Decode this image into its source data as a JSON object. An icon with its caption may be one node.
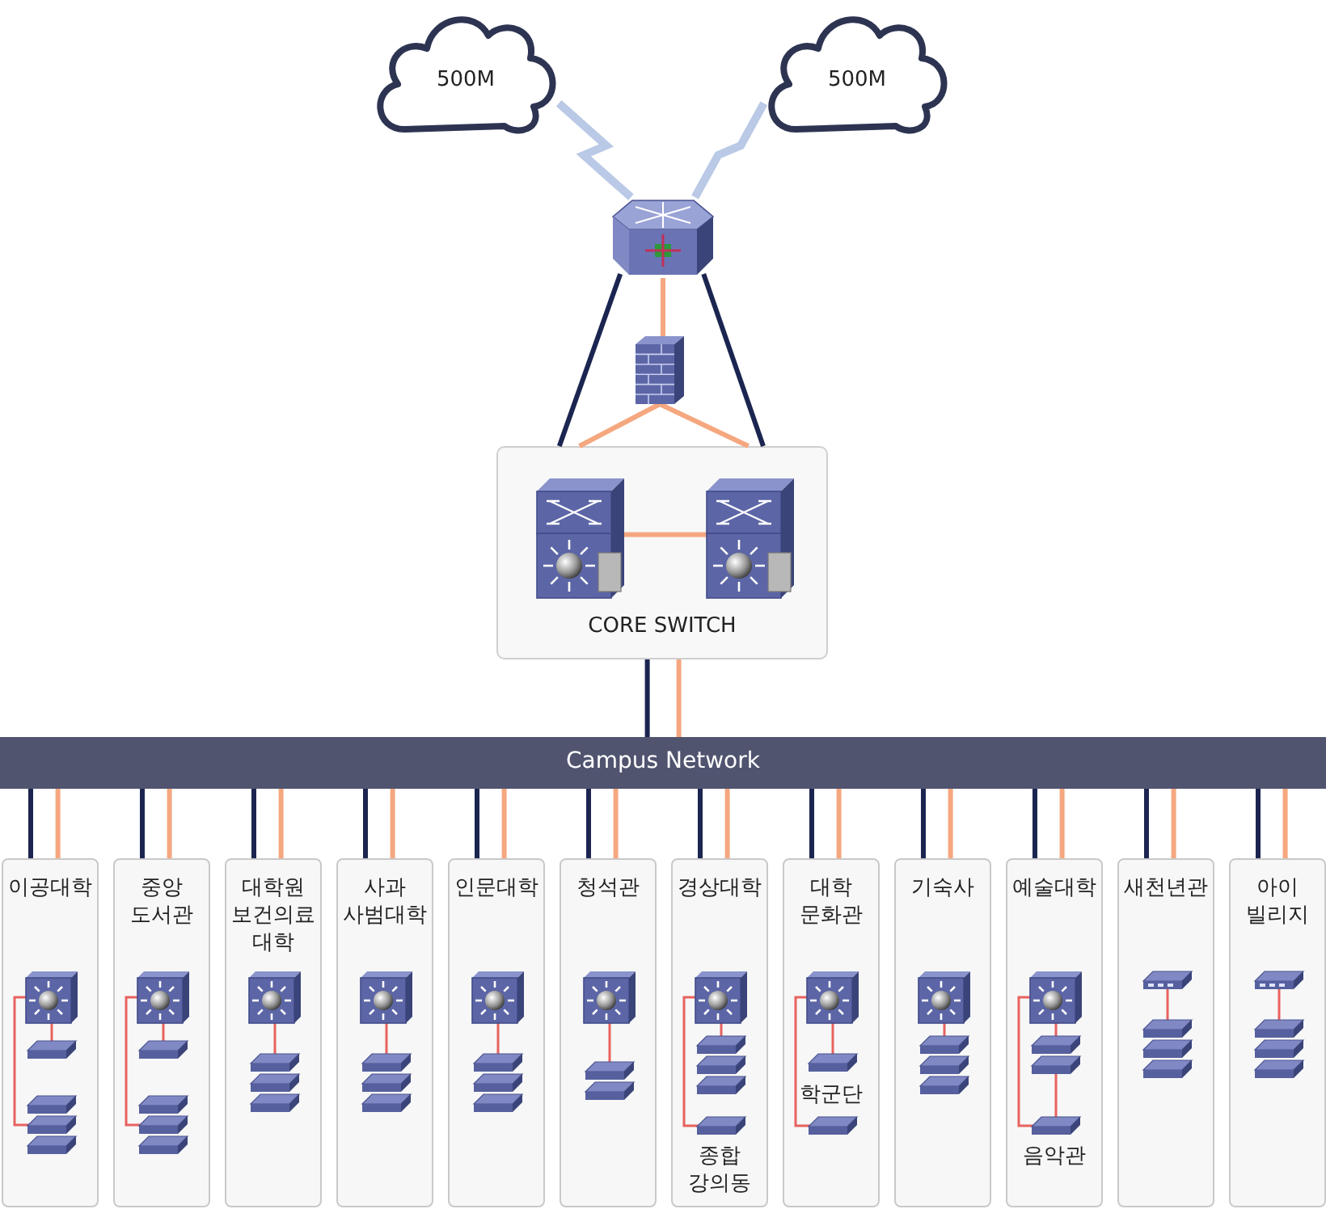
{
  "diagram": {
    "nodes": [
      {
        "text": [
          "500M"
        ]
      },
      {
        "text": [
          "500M"
        ]
      },
      {
        "text": [],
        "shape": "router"
      },
      {
        "text": [],
        "shape": "firewall"
      },
      {
        "text": [
          "CORE SWITCH"
        ]
      },
      {
        "text": [],
        "shape": "switch",
        "in": 4
      },
      {
        "text": [],
        "shape": "switch",
        "in": 4
      },
      {
        "text": [
          "Campus Network"
        ]
      },
      {
        "text": [
          "이공대학"
        ]
      },
      {
        "text": [],
        "shape": "switch",
        "in": 8
      },
      {
        "text": [],
        "shape": "switch",
        "in": 8
      },
      {
        "text": [],
        "shape": "switch",
        "in": 8
      },
      {
        "text": [
          "중앙 도서관"
        ]
      },
      {
        "text": [],
        "shape": "switch",
        "in": 12
      },
      {
        "text": [],
        "shape": "switch",
        "in": 12
      },
      {
        "text": [],
        "shape": "switch",
        "in": 12
      },
      {
        "text": [
          "대학원 보건의료 대학"
        ]
      },
      {
        "text": [],
        "shape": "switch",
        "in": 16
      },
      {
        "text": [],
        "shape": "switch",
        "in": 16
      },
      {
        "text": [
          "사과 사범대학"
        ]
      },
      {
        "text": [],
        "shape": "switch",
        "in": 19
      },
      {
        "text": [],
        "shape": "switch",
        "in": 19
      },
      {
        "text": [
          "인문대학"
        ]
      },
      {
        "text": [],
        "shape": "switch",
        "in": 22
      },
      {
        "text": [],
        "shape": "switch",
        "in": 22
      },
      {
        "text": [
          "청석관"
        ]
      },
      {
        "text": [],
        "shape": "switch",
        "in": 25
      },
      {
        "text": [],
        "shape": "switch",
        "in": 25
      },
      {
        "text": [
          "경상대학"
        ]
      },
      {
        "text": [],
        "shape": "switch",
        "in": 28
      },
      {
        "text": [],
        "shape": "switch",
        "in": 28
      },
      {
        "text": [],
        "shape": "switch",
        "in": 28,
        "beside": [
          "종합 강의동"
        ]
      },
      {
        "text": [
          "대학 문화관"
        ]
      },
      {
        "text": [],
        "shape": "switch",
        "in": 32
      },
      {
        "text": [],
        "shape": "switch",
        "in": 32
      },
      {
        "text": [],
        "shape": "switch",
        "in": 32,
        "beside": [
          "학군단"
        ]
      },
      {
        "text": [
          "기숙사"
        ]
      },
      {
        "text": [],
        "shape": "switch",
        "in": 36
      },
      {
        "text": [],
        "shape": "switch",
        "in": 36
      },
      {
        "text": [
          "예술대학"
        ]
      },
      {
        "text": [],
        "shape": "switch",
        "in": 39
      },
      {
        "text": [],
        "shape": "switch",
        "in": 39
      },
      {
        "text": [],
        "shape": "switch",
        "in": 39,
        "beside": [
          "음악관"
        ]
      },
      {
        "text": [
          "새천년관"
        ]
      },
      {
        "text": [],
        "shape": "switch",
        "in": 43
      },
      {
        "text": [],
        "shape": "switch",
        "in": 43
      },
      {
        "text": [
          "아이 빌리지"
        ]
      },
      {
        "text": [],
        "shape": "switch",
        "in": 46
      },
      {
        "text": [],
        "shape": "switch",
        "in": 46
      }
    ],
    "edges": [
      {
        "from": 0,
        "to": 2,
        "arrow": "none",
        "color": "#b9c9e6"
      },
      {
        "from": 1,
        "to": 2,
        "arrow": "none",
        "color": "#b9c9e6"
      },
      {
        "from": 2,
        "to": 3,
        "arrow": "none",
        "color": "#f5a77f"
      },
      {
        "from": 2,
        "to": 4,
        "arrow": "none",
        "color": "#1b2550"
      },
      {
        "from": 2,
        "to": 4,
        "arrow": "none",
        "color": "#1b2550"
      },
      {
        "from": 3,
        "to": 4,
        "arrow": "none",
        "color": "#f5a77f"
      },
      {
        "from": 3,
        "to": 4,
        "arrow": "none",
        "color": "#f5a77f"
      },
      {
        "from": 5,
        "to": 6,
        "arrow": "none",
        "color": "#f5a77f"
      },
      {
        "from": 4,
        "to": 7,
        "arrow": "none",
        "color": "#1b2550"
      },
      {
        "from": 4,
        "to": 7,
        "arrow": "none",
        "color": "#f5a77f"
      },
      {
        "from": 7,
        "to": 8,
        "arrow": "none",
        "color": "#1b2550"
      },
      {
        "from": 7,
        "to": 8,
        "arrow": "none",
        "color": "#f5a77f"
      },
      {
        "from": 7,
        "to": 12,
        "arrow": "none",
        "color": "#1b2550"
      },
      {
        "from": 7,
        "to": 12,
        "arrow": "none",
        "color": "#f5a77f"
      },
      {
        "from": 7,
        "to": 16,
        "arrow": "none",
        "color": "#1b2550"
      },
      {
        "from": 7,
        "to": 16,
        "arrow": "none",
        "color": "#f5a77f"
      },
      {
        "from": 7,
        "to": 19,
        "arrow": "none",
        "color": "#1b2550"
      },
      {
        "from": 7,
        "to": 19,
        "arrow": "none",
        "color": "#f5a77f"
      },
      {
        "from": 7,
        "to": 22,
        "arrow": "none",
        "color": "#1b2550"
      },
      {
        "from": 7,
        "to": 22,
        "arrow": "none",
        "color": "#f5a77f"
      },
      {
        "from": 7,
        "to": 25,
        "arrow": "none",
        "color": "#1b2550"
      },
      {
        "from": 7,
        "to": 25,
        "arrow": "none",
        "color": "#f5a77f"
      },
      {
        "from": 7,
        "to": 28,
        "arrow": "none",
        "color": "#1b2550"
      },
      {
        "from": 7,
        "to": 28,
        "arrow": "none",
        "color": "#f5a77f"
      },
      {
        "from": 7,
        "to": 32,
        "arrow": "none",
        "color": "#1b2550"
      },
      {
        "from": 7,
        "to": 32,
        "arrow": "none",
        "color": "#f5a77f"
      },
      {
        "from": 7,
        "to": 36,
        "arrow": "none",
        "color": "#1b2550"
      },
      {
        "from": 7,
        "to": 36,
        "arrow": "none",
        "color": "#f5a77f"
      },
      {
        "from": 7,
        "to": 39,
        "arrow": "none",
        "color": "#1b2550"
      },
      {
        "from": 7,
        "to": 39,
        "arrow": "none",
        "color": "#f5a77f"
      },
      {
        "from": 7,
        "to": 43,
        "arrow": "none",
        "color": "#1b2550"
      },
      {
        "from": 7,
        "to": 43,
        "arrow": "none",
        "color": "#f5a77f"
      },
      {
        "from": 7,
        "to": 46,
        "arrow": "none",
        "color": "#1b2550"
      },
      {
        "from": 7,
        "to": 46,
        "arrow": "none",
        "color": "#f5a77f"
      },
      {
        "from": 9,
        "to": 10,
        "arrow": "none",
        "color": "#e8625f"
      },
      {
        "from": 9,
        "to": 11,
        "arrow": "none",
        "color": "#e8625f"
      },
      {
        "from": 13,
        "to": 14,
        "arrow": "none",
        "color": "#e8625f"
      },
      {
        "from": 13,
        "to": 15,
        "arrow": "none",
        "color": "#e8625f"
      },
      {
        "from": 17,
        "to": 18,
        "arrow": "none",
        "color": "#e8625f"
      },
      {
        "from": 20,
        "to": 21,
        "arrow": "none",
        "color": "#e8625f"
      },
      {
        "from": 23,
        "to": 24,
        "arrow": "none",
        "color": "#e8625f"
      },
      {
        "from": 26,
        "to": 27,
        "arrow": "none",
        "color": "#e8625f"
      },
      {
        "from": 29,
        "to": 30,
        "arrow": "none",
        "color": "#e8625f"
      },
      {
        "from": 29,
        "to": 31,
        "arrow": "none",
        "color": "#e8625f"
      },
      {
        "from": 33,
        "to": 34,
        "arrow": "none",
        "color": "#e8625f"
      },
      {
        "from": 33,
        "to": 35,
        "arrow": "none",
        "color": "#e8625f"
      },
      {
        "from": 37,
        "to": 38,
        "arrow": "none",
        "color": "#e8625f"
      },
      {
        "from": 40,
        "to": 41,
        "arrow": "none",
        "color": "#e8625f"
      },
      {
        "from": 41,
        "to": 42,
        "arrow": "none",
        "color": "#e8625f"
      },
      {
        "from": 40,
        "to": 42,
        "arrow": "none",
        "color": "#e8625f"
      },
      {
        "from": 44,
        "to": 45,
        "arrow": "none",
        "color": "#e8625f"
      },
      {
        "from": 47,
        "to": 48,
        "arrow": "none",
        "color": "#e8625f"
      }
    ]
  }
}
